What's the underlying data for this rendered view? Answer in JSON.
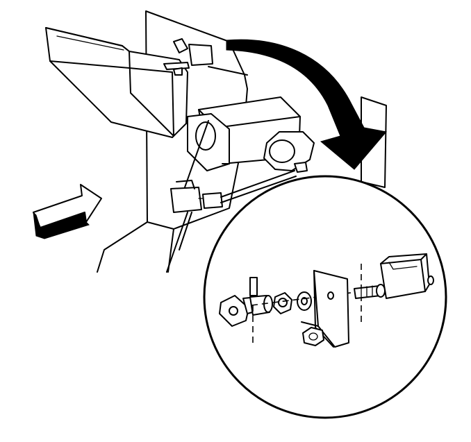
{
  "diagram": {
    "type": "technical-illustration",
    "colors": {
      "line": "#000000",
      "background": "#ffffff"
    },
    "parts": [
      "instrument-panel-duct",
      "mounting-panel",
      "actuator-motor",
      "electrical-connector",
      "detail-view-circle",
      "fastener-clip",
      "pin",
      "nut",
      "washer",
      "bracket",
      "bolt",
      "sensor-connector"
    ],
    "indicators": [
      "curved-arrow-rotate",
      "location-arrow"
    ]
  }
}
